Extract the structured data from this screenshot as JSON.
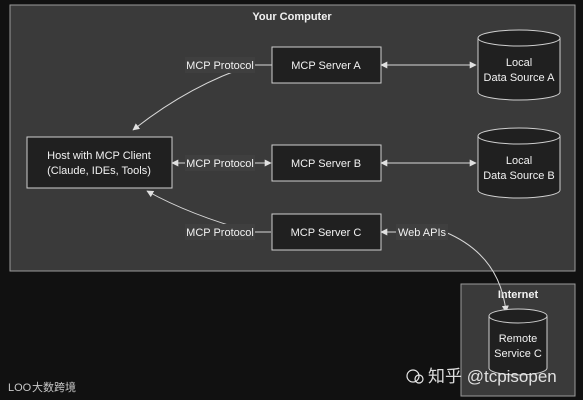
{
  "groups": {
    "your_computer": "Your Computer",
    "internet": "Internet"
  },
  "host": {
    "line1": "Host with MCP Client",
    "line2": "(Claude, IDEs, Tools)"
  },
  "servers": {
    "a": "MCP Server A",
    "b": "MCP Server B",
    "c": "MCP Server C"
  },
  "data_sources": {
    "a": {
      "line1": "Local",
      "line2": "Data Source A"
    },
    "b": {
      "line1": "Local",
      "line2": "Data Source B"
    },
    "remote": {
      "line1": "Remote",
      "line2": "Service C"
    }
  },
  "edge_labels": {
    "protocol_a": "MCP Protocol",
    "protocol_b": "MCP Protocol",
    "protocol_c": "MCP Protocol",
    "web_apis": "Web APIs"
  },
  "watermark": {
    "brand": "大数跨境",
    "brand_logo": "LOO",
    "zhihu": "知乎 @tcpisopen"
  },
  "colors": {
    "background": "#111111",
    "group_fill": "#3a3a3a",
    "node_fill": "#202020",
    "stroke": "#cfcfcf"
  }
}
